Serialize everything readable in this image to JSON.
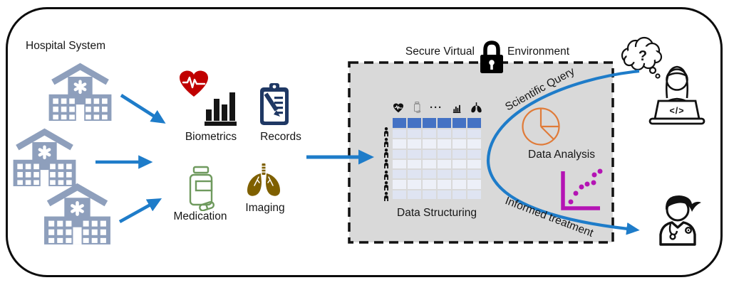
{
  "diagram": {
    "source": {
      "label": "Hospital System",
      "hospital_count": 3
    },
    "data_types": {
      "biometrics": {
        "label": "Biometrics"
      },
      "records": {
        "label": "Records"
      },
      "medication": {
        "label": "Medication"
      },
      "imaging": {
        "label": "Imaging"
      }
    },
    "sve": {
      "title_left": "Secure Virtual",
      "title_right": "Environment",
      "structuring": {
        "caption": "Data Structuring",
        "table": {
          "columns": 6,
          "rows": 7,
          "column_icons": [
            "heart-ecg",
            "pill-bottle",
            "ellipsis",
            "bar-chart",
            "lungs"
          ],
          "row_icon": "person",
          "ellipsis_text": "···"
        }
      },
      "analysis": {
        "label": "Data Analysis"
      }
    },
    "flows": {
      "scientific_query": "Scientific Query",
      "informed_treatment": "Informed treatment"
    },
    "actors": {
      "researcher": {
        "thought_text": "?",
        "laptop_text": "</>"
      },
      "clinician": {}
    },
    "colors": {
      "arrow_blue": "#1E7CC9",
      "hospital_gray_blue": "#8E9FBC",
      "heart_red": "#C00000",
      "records_navy": "#1F3864",
      "medication_green": "#6F9A5E",
      "imaging_gold": "#7F6000",
      "box_fill": "#D9D9D9",
      "table_header_blue": "#4472C4",
      "table_row_dark": "#DFE4F2",
      "table_row_light": "#EDF0F8",
      "pie_orange": "#E07B39",
      "scatter_magenta": "#B414B4",
      "outline_black": "#111111"
    }
  }
}
